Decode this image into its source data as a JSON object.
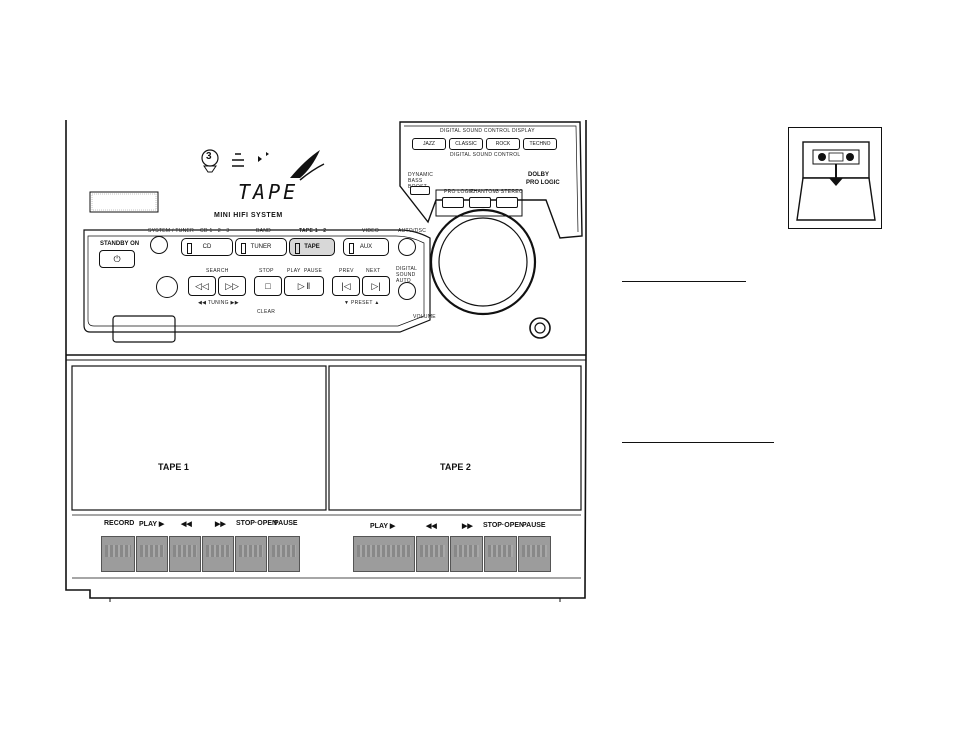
{
  "illustration": {
    "display": {
      "mode_text": "TAPE",
      "disc_number": "3",
      "brand_line": "MINI HIFI SYSTEM"
    },
    "top_labels": {
      "source_tuner": "SYSTEM / TUNER",
      "cd_label": "CD 1 · 2 · 3",
      "band_label": "BAND",
      "tape_label": "TAPE 1 · 2",
      "video_label": "VIDEO",
      "auto_label": "AUTO/DSC"
    },
    "source_buttons": {
      "cd": "CD",
      "tuner": "TUNER",
      "tape": "TAPE",
      "aux": "AUX"
    },
    "standby_label": "STANDBY ON",
    "standby_symbol": "⏻",
    "transport_labels": {
      "search": "SEARCH",
      "stop": "STOP",
      "play": "PLAY",
      "pause": "PAUSE",
      "prev": "PREV",
      "next": "NEXT",
      "tuning": "◀◀  TUNING  ▶▶",
      "clear": "CLEAR",
      "preset": "▼ PRESET ▲",
      "volume": "VOLUME",
      "digital": "DIGITAL SOUND AUTO",
      "dsc_mode": "DIGITAL SOUND CONTROL"
    },
    "dsc_panel": {
      "title": "DIGITAL SOUND CONTROL DISPLAY",
      "buttons": [
        "JAZZ",
        "CLASSIC",
        "ROCK",
        "TECHNO"
      ],
      "subtitle": "DIGITAL SOUND CONTROL",
      "dynamic_label": "DYNAMIC BASS BOOST",
      "mode_labels": [
        "PRO LOGIC",
        "PHANTOM",
        "3 STEREO"
      ],
      "dolby_line1": "DOLBY",
      "dolby_line2": "PRO LOGIC"
    },
    "decks": {
      "tape1": "TAPE 1",
      "tape2": "TAPE 2",
      "deck1_keys": [
        "RECORD",
        "PLAY ▶",
        "◀◀",
        "▶▶",
        "STOP·OPEN",
        "PAUSE"
      ],
      "deck2_keys": [
        "PLAY ▶",
        "◀◀",
        "▶▶",
        "STOP·OPEN",
        "PAUSE"
      ]
    }
  }
}
